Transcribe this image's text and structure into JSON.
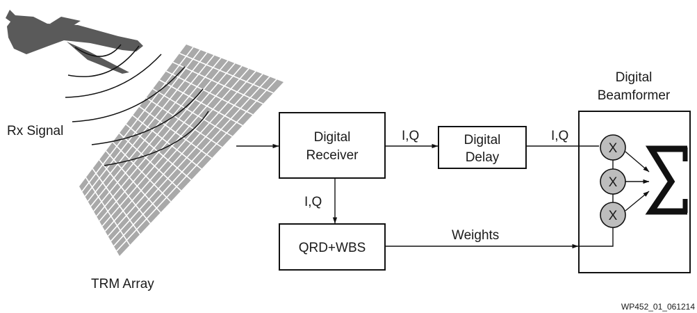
{
  "labels": {
    "rx_signal": "Rx Signal",
    "trm_array": "TRM Array",
    "iq_receiver_to_delay": "I,Q",
    "iq_delay_to_beamformer": "I,Q",
    "iq_receiver_to_qrd": "I,Q",
    "weights": "Weights",
    "beamformer_title_line1": "Digital",
    "beamformer_title_line2": "Beamformer",
    "figure_id": "WP452_01_061214"
  },
  "blocks": {
    "digital_receiver": {
      "line1": "Digital",
      "line2": "Receiver"
    },
    "digital_delay": {
      "line1": "Digital",
      "line2": "Delay"
    },
    "qrd_wbs": {
      "label": "QRD+WBS"
    }
  },
  "multipliers": [
    {
      "symbol": "X"
    },
    {
      "symbol": "X"
    },
    {
      "symbol": "X"
    }
  ],
  "summation_symbol": "∑",
  "colors": {
    "array_fill": "#a9a9a9",
    "array_grid": "#ffffff",
    "aircraft": "#5a5a5a",
    "multiplier_fill": "#bdbdbd",
    "line": "#111111"
  },
  "icons": {
    "aircraft": "aircraft-icon",
    "antenna_array": "antenna-array-icon"
  }
}
